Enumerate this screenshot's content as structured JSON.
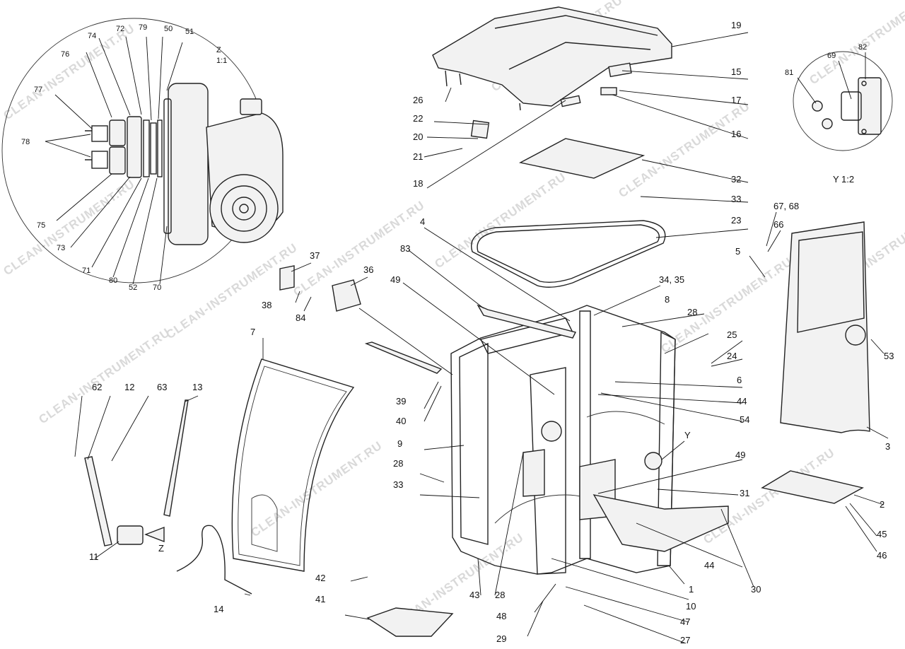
{
  "watermark": "CLEAN-INSTRUMENT.RU",
  "detail_views": {
    "z_title": "Z",
    "z_scale": "1:1",
    "y_title": "Y 1:2",
    "z_arrow_label": "Z",
    "y_marker_label": "Y"
  },
  "callouts": [
    {
      "id": "c1",
      "label": "1"
    },
    {
      "id": "c2",
      "label": "2"
    },
    {
      "id": "c3",
      "label": "3"
    },
    {
      "id": "c4",
      "label": "4"
    },
    {
      "id": "c5",
      "label": "5"
    },
    {
      "id": "c6",
      "label": "6"
    },
    {
      "id": "c7",
      "label": "7"
    },
    {
      "id": "c8",
      "label": "8"
    },
    {
      "id": "c9",
      "label": "9"
    },
    {
      "id": "c10",
      "label": "10"
    },
    {
      "id": "c11",
      "label": "11"
    },
    {
      "id": "c12",
      "label": "12"
    },
    {
      "id": "c13",
      "label": "13"
    },
    {
      "id": "c14",
      "label": "14"
    },
    {
      "id": "c15",
      "label": "15"
    },
    {
      "id": "c16",
      "label": "16"
    },
    {
      "id": "c17",
      "label": "17"
    },
    {
      "id": "c18",
      "label": "18"
    },
    {
      "id": "c19",
      "label": "19"
    },
    {
      "id": "c20",
      "label": "20"
    },
    {
      "id": "c21",
      "label": "21"
    },
    {
      "id": "c22",
      "label": "22"
    },
    {
      "id": "c23",
      "label": "23"
    },
    {
      "id": "c24",
      "label": "24"
    },
    {
      "id": "c25",
      "label": "25"
    },
    {
      "id": "c26",
      "label": "26"
    },
    {
      "id": "c27",
      "label": "27"
    },
    {
      "id": "c28a",
      "label": "28"
    },
    {
      "id": "c28b",
      "label": "28"
    },
    {
      "id": "c28c",
      "label": "28"
    },
    {
      "id": "c29",
      "label": "29"
    },
    {
      "id": "c30",
      "label": "30"
    },
    {
      "id": "c31",
      "label": "31"
    },
    {
      "id": "c32",
      "label": "32"
    },
    {
      "id": "c33a",
      "label": "33"
    },
    {
      "id": "c33b",
      "label": "33"
    },
    {
      "id": "c34",
      "label": "34, 35"
    },
    {
      "id": "c36",
      "label": "36"
    },
    {
      "id": "c37",
      "label": "37"
    },
    {
      "id": "c38",
      "label": "38"
    },
    {
      "id": "c39",
      "label": "39"
    },
    {
      "id": "c40",
      "label": "40"
    },
    {
      "id": "c41",
      "label": "41"
    },
    {
      "id": "c42",
      "label": "42"
    },
    {
      "id": "c43",
      "label": "43"
    },
    {
      "id": "c44a",
      "label": "44"
    },
    {
      "id": "c44b",
      "label": "44"
    },
    {
      "id": "c45",
      "label": "45"
    },
    {
      "id": "c46",
      "label": "46"
    },
    {
      "id": "c47",
      "label": "47"
    },
    {
      "id": "c48",
      "label": "48"
    },
    {
      "id": "c49a",
      "label": "49"
    },
    {
      "id": "c49b",
      "label": "49"
    },
    {
      "id": "c53",
      "label": "53"
    },
    {
      "id": "c54",
      "label": "54"
    },
    {
      "id": "c62",
      "label": "62"
    },
    {
      "id": "c63",
      "label": "63"
    },
    {
      "id": "c66",
      "label": "66"
    },
    {
      "id": "c67",
      "label": "67, 68"
    },
    {
      "id": "c83",
      "label": "83"
    },
    {
      "id": "c84",
      "label": "84"
    },
    {
      "id": "z50",
      "label": "50"
    },
    {
      "id": "z51",
      "label": "51"
    },
    {
      "id": "z52",
      "label": "52"
    },
    {
      "id": "z70",
      "label": "70"
    },
    {
      "id": "z71",
      "label": "71"
    },
    {
      "id": "z72",
      "label": "72"
    },
    {
      "id": "z73",
      "label": "73"
    },
    {
      "id": "z74",
      "label": "74"
    },
    {
      "id": "z75",
      "label": "75"
    },
    {
      "id": "z76",
      "label": "76"
    },
    {
      "id": "z77",
      "label": "77"
    },
    {
      "id": "z78",
      "label": "78"
    },
    {
      "id": "z79",
      "label": "79"
    },
    {
      "id": "z80",
      "label": "80"
    },
    {
      "id": "y69",
      "label": "69"
    },
    {
      "id": "y81",
      "label": "81"
    },
    {
      "id": "y82",
      "label": "82"
    }
  ]
}
